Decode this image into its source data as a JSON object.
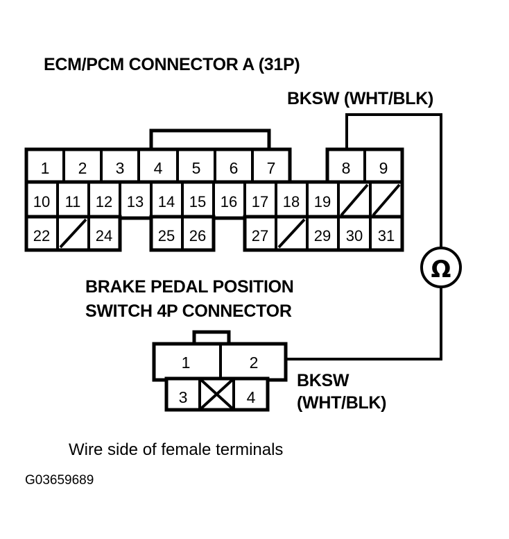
{
  "figure": {
    "id_label": "G03659689",
    "caption": "Wire side of female terminals",
    "ink_color": "#000000",
    "background_color": "#ffffff"
  },
  "titles": {
    "ecm_connector": "ECM/PCM CONNECTOR A (31P)",
    "bksw_top": "BKSW (WHT/BLK)",
    "switch_connector_line1": "BRAKE PEDAL POSITION",
    "switch_connector_line2": "SWITCH 4P CONNECTOR",
    "bksw_bottom_line1": "BKSW",
    "bksw_bottom_line2": "(WHT/BLK)"
  },
  "ecm_connector": {
    "name": "ECM/PCM CONNECTOR A (31P)",
    "pin_count": "31P",
    "rows": [
      {
        "row_name": "top-row",
        "cells": [
          {
            "label": "1",
            "blank": false
          },
          {
            "label": "2",
            "blank": false
          },
          {
            "label": "3",
            "blank": false
          },
          {
            "label": "4",
            "blank": false
          },
          {
            "label": "5",
            "blank": false
          },
          {
            "label": "6",
            "blank": false
          },
          {
            "label": "7",
            "blank": false
          },
          {
            "label": "8",
            "blank": false
          },
          {
            "label": "9",
            "blank": false
          }
        ]
      },
      {
        "row_name": "middle-row",
        "cells": [
          {
            "label": "10",
            "blank": false
          },
          {
            "label": "11",
            "blank": false
          },
          {
            "label": "12",
            "blank": false
          },
          {
            "label": "13",
            "blank": false
          },
          {
            "label": "14",
            "blank": false
          },
          {
            "label": "15",
            "blank": false
          },
          {
            "label": "16",
            "blank": false
          },
          {
            "label": "17",
            "blank": false
          },
          {
            "label": "18",
            "blank": false
          },
          {
            "label": "19",
            "blank": false
          },
          {
            "label": "",
            "blank": true
          },
          {
            "label": "",
            "blank": true
          }
        ]
      },
      {
        "row_name": "bottom-row",
        "cells": [
          {
            "label": "22",
            "blank": false
          },
          {
            "label": "",
            "blank": true
          },
          {
            "label": "24",
            "blank": false
          },
          {
            "label": "25",
            "blank": false
          },
          {
            "label": "26",
            "blank": false
          },
          {
            "label": "27",
            "blank": false
          },
          {
            "label": "",
            "blank": true
          },
          {
            "label": "29",
            "blank": false
          },
          {
            "label": "30",
            "blank": false
          },
          {
            "label": "31",
            "blank": false
          }
        ]
      }
    ]
  },
  "switch_connector": {
    "name": "BRAKE PEDAL POSITION SWITCH 4P CONNECTOR",
    "pin_count": "4P",
    "top_cells": [
      {
        "label": "1",
        "blank": false
      },
      {
        "label": "2",
        "blank": false
      }
    ],
    "bottom_cells": [
      {
        "label": "3",
        "blank": false
      },
      {
        "label": "",
        "blank": true,
        "crossed": true
      },
      {
        "label": "4",
        "blank": false
      }
    ]
  },
  "meter": {
    "symbol": "Ω",
    "type": "ohmmeter"
  },
  "wires": [
    {
      "name": "bksw-ecm-to-meter",
      "signal": "BKSW",
      "color_code": "WHT/BLK",
      "from": "ECM pin 8",
      "to": "ohmmeter"
    },
    {
      "name": "bksw-meter-to-switch",
      "signal": "BKSW",
      "color_code": "WHT/BLK",
      "from": "ohmmeter",
      "to": "switch pin 2"
    }
  ]
}
